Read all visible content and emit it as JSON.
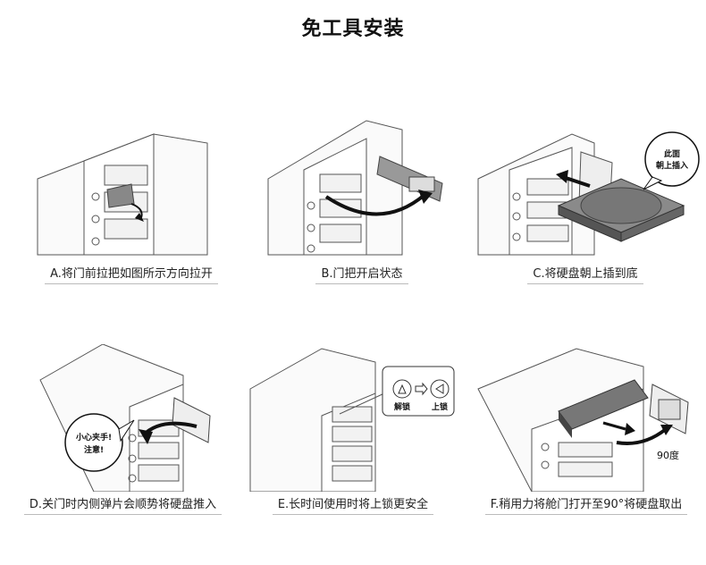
{
  "title": "免工具安装",
  "steps": [
    {
      "caption": "A.将门前拉把如图所示方向拉开"
    },
    {
      "caption": "B.门把开启状态"
    },
    {
      "caption": "C.将硬盘朝上插到底",
      "balloon_line1": "此面",
      "balloon_line2": "朝上插入"
    },
    {
      "caption": "D.关门时内侧弹片会顺势将硬盘推入",
      "balloon_line1": "小心夹手!",
      "balloon_line2": "注意!"
    },
    {
      "caption": "E.长时间使用时将上锁更安全",
      "unlock_label": "解锁",
      "lock_label": "上锁"
    },
    {
      "caption": "F.稍用力将舱门打开至90°将硬盘取出",
      "angle_label": "90度"
    }
  ]
}
